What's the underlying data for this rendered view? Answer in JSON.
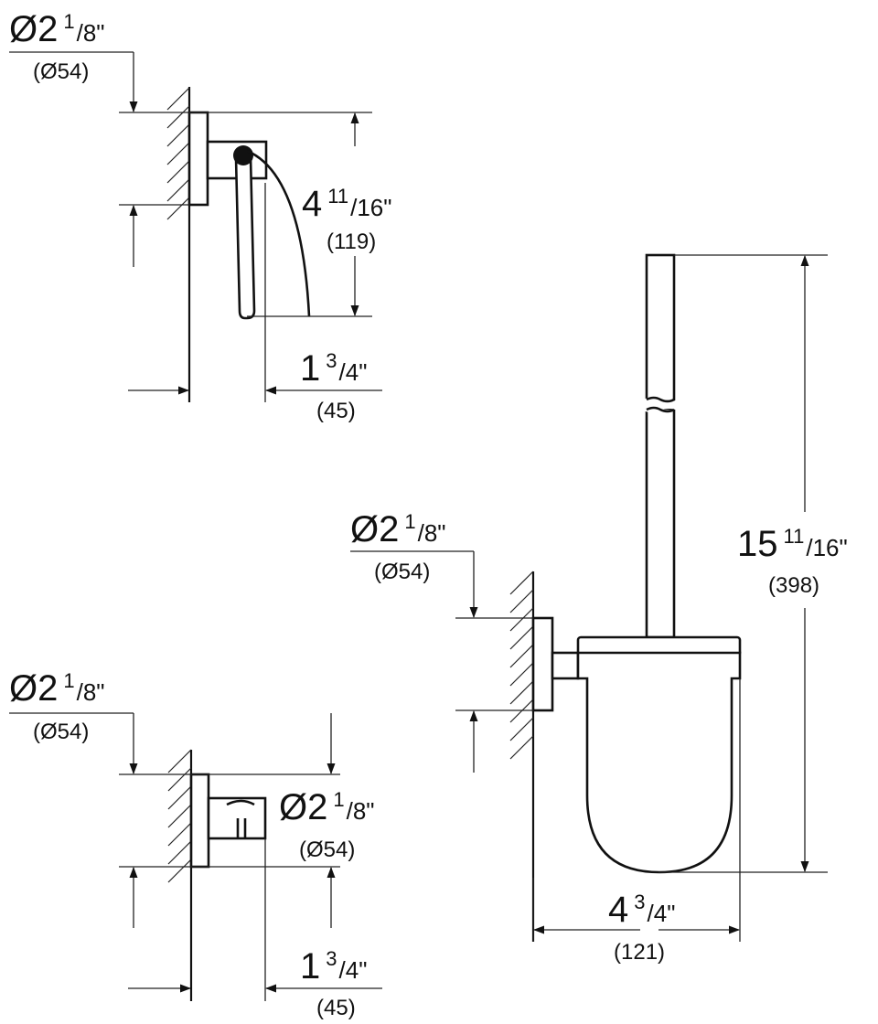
{
  "paper_holder": {
    "rosette_diameter": {
      "whole": "Ø2",
      "num": "1",
      "den": "8\"",
      "mm": "(Ø54)"
    },
    "height": {
      "whole": "4",
      "num": "11",
      "den": "16\"",
      "mm": "(119)"
    },
    "projection": {
      "whole": "1",
      "num": "3",
      "den": "4\"",
      "mm": "(45)"
    }
  },
  "hook": {
    "rosette_diameter": {
      "whole": "Ø2",
      "num": "1",
      "den": "8\"",
      "mm": "(Ø54)"
    },
    "hook_diameter": {
      "whole": "Ø2",
      "num": "1",
      "den": "8\"",
      "mm": "(Ø54)"
    },
    "projection": {
      "whole": "1",
      "num": "3",
      "den": "4\"",
      "mm": "(45)"
    }
  },
  "brush_set": {
    "rosette_diameter": {
      "whole": "Ø2",
      "num": "1",
      "den": "8\"",
      "mm": "(Ø54)"
    },
    "height": {
      "whole": "15",
      "num": "11",
      "den": "16\"",
      "mm": "(398)"
    },
    "width": {
      "whole": "4",
      "num": "3",
      "den": "4\"",
      "mm": "(121)"
    }
  }
}
